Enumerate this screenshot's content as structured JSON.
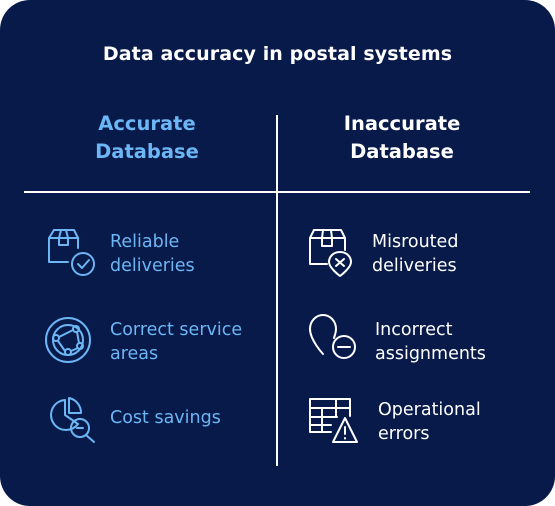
{
  "title": "Data accuracy in postal systems",
  "columns": {
    "left": {
      "heading_lines": [
        "Accurate",
        "Database"
      ],
      "color": "#6cb6f5"
    },
    "right": {
      "heading_lines": [
        "Inaccurate",
        "Database"
      ],
      "color": "#ffffff"
    }
  },
  "accurate_items": [
    {
      "icon": "package-check-icon",
      "lines": [
        "Reliable",
        "deliveries"
      ]
    },
    {
      "icon": "globe-network-icon",
      "lines": [
        "Correct service",
        "areas"
      ]
    },
    {
      "icon": "pie-chart-search-icon",
      "lines": [
        "Cost savings"
      ]
    }
  ],
  "inaccurate_items": [
    {
      "icon": "package-error-icon",
      "lines": [
        "Misrouted",
        "deliveries"
      ]
    },
    {
      "icon": "location-minus-icon",
      "lines": [
        "Incorrect",
        "assignments"
      ]
    },
    {
      "icon": "table-warning-icon",
      "lines": [
        "Operational",
        "errors"
      ]
    }
  ],
  "colors": {
    "background": "#071a4a",
    "accent": "#6cb6f5",
    "text": "#ffffff"
  }
}
